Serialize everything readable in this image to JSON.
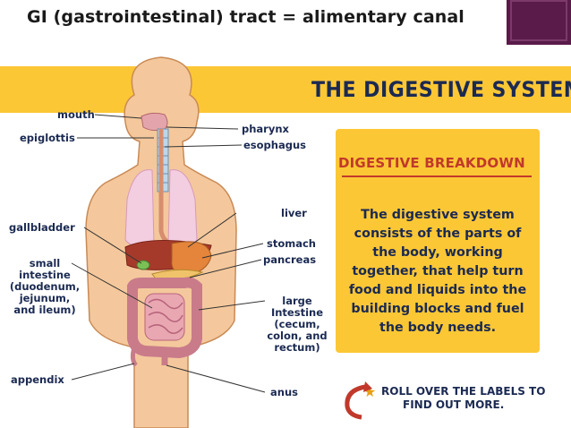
{
  "slide": {
    "title": "GI (gastrointestinal) tract = alimentary canal"
  },
  "poster": {
    "title": "THE DIGESTIVE SYSTEM",
    "breakdown_heading": "DIGESTIVE BREAKDOWN",
    "breakdown_text": "The digestive system consists of the parts of the body, working together, that help turn food and liquids into the building blocks and fuel the body needs.",
    "roll_line1": "ROLL OVER THE LABELS TO",
    "roll_line2": "FIND OUT MORE."
  },
  "labels": {
    "mouth": "mouth",
    "epiglottis": "epiglottis",
    "pharynx": "pharynx",
    "esophagus": "esophagus",
    "liver": "liver",
    "gallbladder": "gallbladder",
    "stomach": "stomach",
    "pancreas": "pancreas",
    "small_intestine": [
      "small",
      "intestine",
      "(duodenum,",
      "jejunum,",
      "and ileum)"
    ],
    "large_intestine": [
      "large",
      "Intestine",
      "(cecum,",
      "colon, and",
      "rectum)"
    ],
    "appendix": "appendix",
    "anus": "anus"
  },
  "colors": {
    "accent_yellow": "#fcc735",
    "navy_text": "#1b2a52",
    "heading_red": "#c0392b",
    "skin": "#f4c89c",
    "corner": "#5a1a4a"
  }
}
